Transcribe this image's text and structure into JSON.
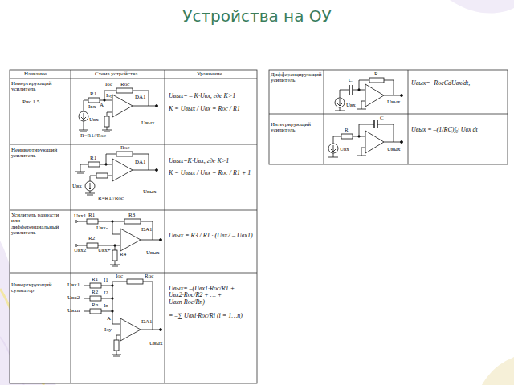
{
  "diagram": {
    "title": "Устройства на ОУ",
    "labels": [
      "Название",
      "Схема устройства",
      "Уравнение",
      "Инвертирующий усилитель",
      "Рис.1.5",
      "Iос",
      "Roc",
      "R1",
      "Iвх",
      "Iоу",
      "A",
      "DA1",
      "Uвх",
      "Uвых",
      "R=R1//Roc",
      "Uвых= – K·Uвх, где K>1",
      "K = Uвых / Uвх = Rос / R1",
      "Неинвертирующий усилитель",
      "R1",
      "Roc",
      "DA1",
      "Uвх",
      "R=R1//Roc",
      "Uвых",
      "Uвых=K·Uвх, где K>1",
      "K = Uвых / Uвх = Rос / R1 + 1",
      "Усилитель разности или дифференциальный усилитель",
      "R1",
      "R3",
      "Uвх1",
      "Uвх-",
      "DA1",
      "R2",
      "Uвх2",
      "Uвх+",
      "R4",
      "Uвых",
      "Uвых = R3 / R1 · (Uвх2 – Uвх1)",
      "Инвертирующий сумматор",
      "Uвх1",
      "Uвх2",
      "Uвхn",
      "R1",
      "R2",
      "Rn",
      "I1",
      "I2",
      "In",
      "Iос",
      "Roc",
      "A",
      "Iоу",
      "DA1",
      "Uвых",
      "Uвых= –(Uвх1·Rос/R1 + Uвх2·Rос/R2 + … + Uвхn·Rос/Rn)",
      "= –∑ Uвхi·Rос/Ri (i = 1…n)",
      "Дифференцирующий усилитель",
      "C",
      "R",
      "Uвх",
      "Uвых",
      "Uвых= -RосCdUвх/dt,",
      "Интегрирующий усилитель",
      "R",
      "C",
      "Uвх",
      "Uвых",
      "Uвых = –(1/RC)∫₀ᵗ Uвх dt"
    ]
  }
}
